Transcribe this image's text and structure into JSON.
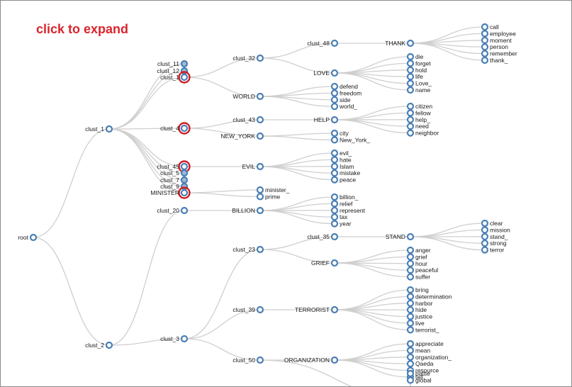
{
  "hint": "click to expand",
  "colors": {
    "node_stroke": "#4a7fb5",
    "link": "#cfcfcf",
    "highlight": "#d01c25",
    "hint": "#d9242e"
  },
  "tree": {
    "name": "root",
    "children": [
      {
        "name": "clust_1",
        "children": [
          {
            "name": "clust_11",
            "collapsed": true
          },
          {
            "name": "clust_12",
            "collapsed": true
          },
          {
            "name": "clust_1",
            "highlight": true,
            "children": [
              {
                "name": "clust_32",
                "children": [
                  {
                    "name": "clust_48",
                    "children": [
                      {
                        "name": "THANK",
                        "children": [
                          {
                            "name": "call"
                          },
                          {
                            "name": "employee"
                          },
                          {
                            "name": "moment"
                          },
                          {
                            "name": "person"
                          },
                          {
                            "name": "remember"
                          },
                          {
                            "name": "thank_"
                          }
                        ]
                      }
                    ]
                  },
                  {
                    "name": "LOVE",
                    "children": [
                      {
                        "name": "die"
                      },
                      {
                        "name": "forget"
                      },
                      {
                        "name": "hold"
                      },
                      {
                        "name": "life"
                      },
                      {
                        "name": "Love_"
                      },
                      {
                        "name": "name"
                      }
                    ]
                  }
                ]
              },
              {
                "name": "WORLD",
                "children": [
                  {
                    "name": "defend"
                  },
                  {
                    "name": "freedom"
                  },
                  {
                    "name": "side"
                  },
                  {
                    "name": "world_"
                  }
                ]
              }
            ]
          },
          {
            "name": "clust_4",
            "highlight": true,
            "children": [
              {
                "name": "clust_43",
                "children": [
                  {
                    "name": "HELP",
                    "children": [
                      {
                        "name": "citizen"
                      },
                      {
                        "name": "fellow"
                      },
                      {
                        "name": "help_"
                      },
                      {
                        "name": "need"
                      },
                      {
                        "name": "neighbor"
                      }
                    ]
                  }
                ]
              },
              {
                "name": "NEW_YORK",
                "children": [
                  {
                    "name": "city"
                  },
                  {
                    "name": "New_York_"
                  }
                ]
              }
            ]
          },
          {
            "name": "clust_45",
            "highlight": true,
            "children": [
              {
                "name": "EVIL",
                "children": [
                  {
                    "name": "evil_"
                  },
                  {
                    "name": "hate"
                  },
                  {
                    "name": "Islam"
                  },
                  {
                    "name": "mistake"
                  },
                  {
                    "name": "peace"
                  }
                ]
              }
            ]
          },
          {
            "name": "clust_5",
            "collapsed": true
          },
          {
            "name": "clust_7",
            "collapsed": true
          },
          {
            "name": "clust_9",
            "collapsed": true
          },
          {
            "name": "MINISTER",
            "highlight": true,
            "children": [
              {
                "name": "minister_"
              },
              {
                "name": "prime"
              }
            ]
          }
        ]
      },
      {
        "name": "clust_2",
        "children": [
          {
            "name": "clust_20",
            "children": [
              {
                "name": "BILLION",
                "children": [
                  {
                    "name": "billion_"
                  },
                  {
                    "name": "relief"
                  },
                  {
                    "name": "represent"
                  },
                  {
                    "name": "tax"
                  },
                  {
                    "name": "year"
                  }
                ]
              }
            ]
          },
          {
            "name": "clust_3",
            "children": [
              {
                "name": "clust_23",
                "children": [
                  {
                    "name": "clust_35",
                    "children": [
                      {
                        "name": "STAND",
                        "children": [
                          {
                            "name": "clear"
                          },
                          {
                            "name": "mission"
                          },
                          {
                            "name": "stand_"
                          },
                          {
                            "name": "strong"
                          },
                          {
                            "name": "terror"
                          }
                        ]
                      }
                    ]
                  },
                  {
                    "name": "GRIEF",
                    "children": [
                      {
                        "name": "anger"
                      },
                      {
                        "name": "grief"
                      },
                      {
                        "name": "hour"
                      },
                      {
                        "name": "peaceful"
                      },
                      {
                        "name": "suffer"
                      }
                    ]
                  }
                ]
              },
              {
                "name": "clust_39",
                "children": [
                  {
                    "name": "TERRORIST",
                    "children": [
                      {
                        "name": "bring"
                      },
                      {
                        "name": "determination"
                      },
                      {
                        "name": "harbor"
                      },
                      {
                        "name": "hide"
                      },
                      {
                        "name": "justice"
                      },
                      {
                        "name": "live"
                      },
                      {
                        "name": "terrorist_"
                      }
                    ]
                  }
                ]
              },
              {
                "name": "clust_50",
                "children": [
                  {
                    "name": "ORGANIZATION",
                    "children": [
                      {
                        "name": "appreciate"
                      },
                      {
                        "name": "mean"
                      },
                      {
                        "name": "organization_"
                      },
                      {
                        "name": "Qaeda"
                      },
                      {
                        "name": "resource"
                      },
                      {
                        "name": "tell"
                      }
                    ]
                  },
                  {
                    "name": "",
                    "children": [
                      {
                        "name": "battle"
                      },
                      {
                        "name": "global"
                      }
                    ]
                  }
                ]
              }
            ]
          }
        ]
      }
    ]
  }
}
